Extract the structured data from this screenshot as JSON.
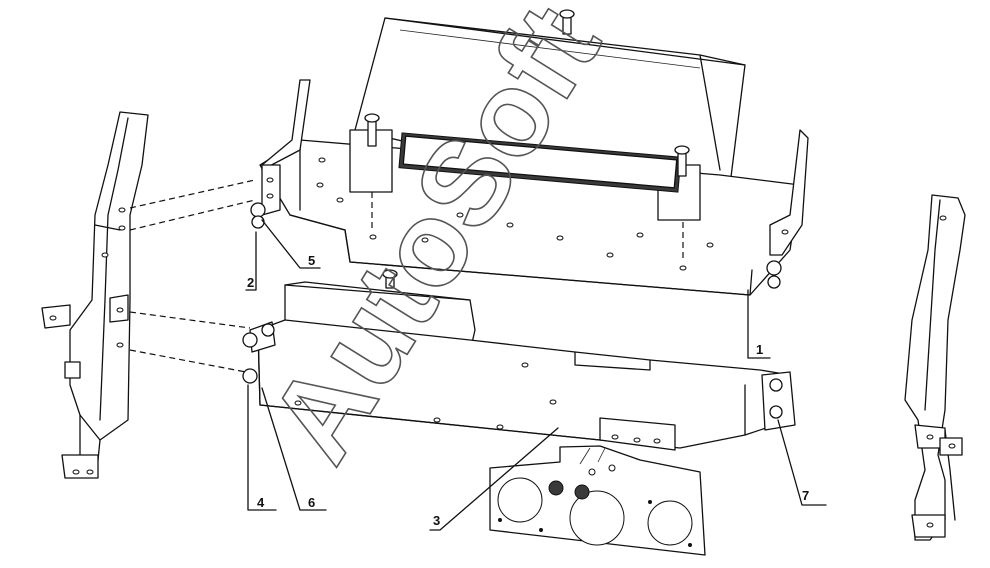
{
  "watermark": "AutoSoft",
  "labels": {
    "l1": "1",
    "l2": "2",
    "l3": "3",
    "l4": "4",
    "l5": "5",
    "l6": "6",
    "l7": "7"
  },
  "colors": {
    "line": "#111111",
    "background": "#ffffff"
  }
}
